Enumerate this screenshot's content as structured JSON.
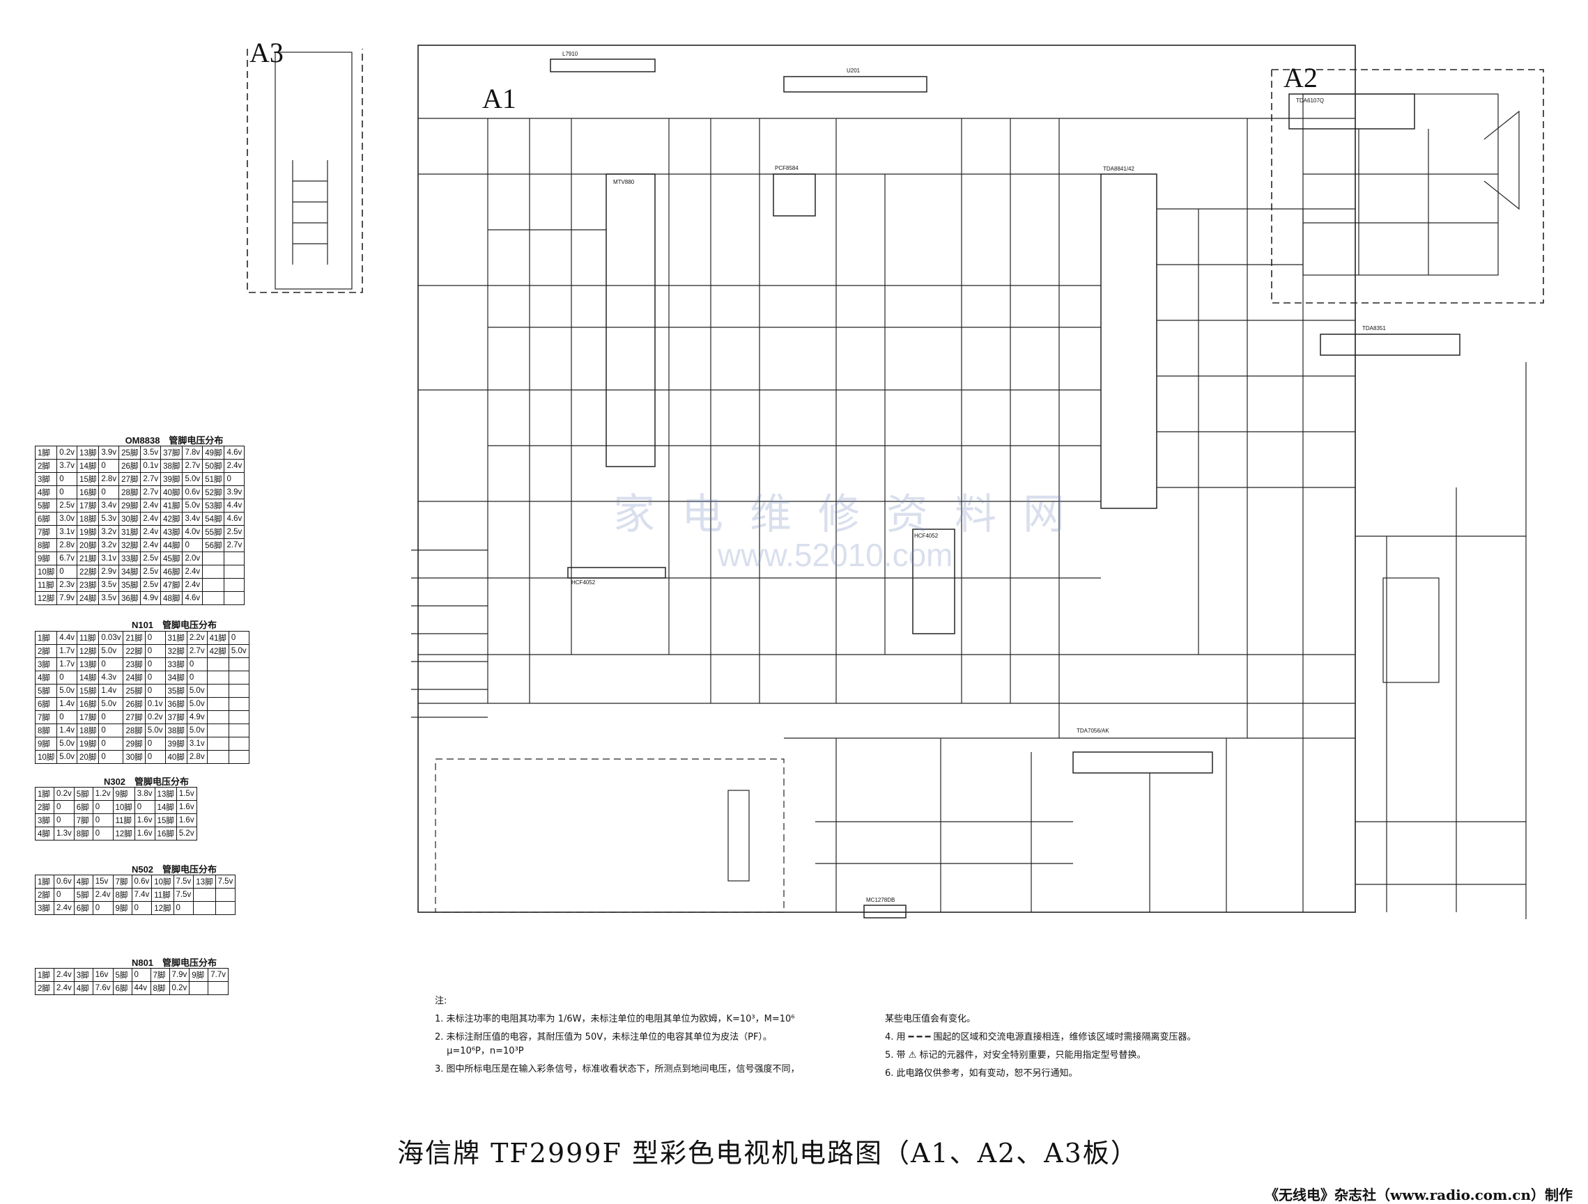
{
  "boards": {
    "a1": "A1",
    "a2": "A2",
    "a3": "A3"
  },
  "ic_labels": {
    "n201": "L7910",
    "u201": "U201",
    "n101": "MTV880",
    "n301": "TDA8841/42",
    "n701": "TDA6107Q",
    "n601": "TDA7056/AK",
    "n801": "TDA8351",
    "n1001": "HCF4052",
    "n302": "HCF4052",
    "n502": "MC1278DB",
    "pcf": "PCF8584"
  },
  "tables": {
    "om8838": {
      "title": "OM8838　管脚电压分布",
      "rows": [
        [
          "1脚",
          "0.2v",
          "13脚",
          "3.9v",
          "25脚",
          "3.5v",
          "37脚",
          "7.8v",
          "49脚",
          "4.6v"
        ],
        [
          "2脚",
          "3.7v",
          "14脚",
          "0",
          "26脚",
          "0.1v",
          "38脚",
          "2.7v",
          "50脚",
          "2.4v"
        ],
        [
          "3脚",
          "0",
          "15脚",
          "2.8v",
          "27脚",
          "2.7v",
          "39脚",
          "5.0v",
          "51脚",
          "0"
        ],
        [
          "4脚",
          "0",
          "16脚",
          "0",
          "28脚",
          "2.7v",
          "40脚",
          "0.6v",
          "52脚",
          "3.9v"
        ],
        [
          "5脚",
          "2.5v",
          "17脚",
          "3.4v",
          "29脚",
          "2.4v",
          "41脚",
          "5.0v",
          "53脚",
          "4.4v"
        ],
        [
          "6脚",
          "3.0v",
          "18脚",
          "5.3v",
          "30脚",
          "2.4v",
          "42脚",
          "3.4v",
          "54脚",
          "4.6v"
        ],
        [
          "7脚",
          "3.1v",
          "19脚",
          "3.2v",
          "31脚",
          "2.4v",
          "43脚",
          "4.0v",
          "55脚",
          "2.5v"
        ],
        [
          "8脚",
          "2.8v",
          "20脚",
          "3.2v",
          "32脚",
          "2.4v",
          "44脚",
          "0",
          "56脚",
          "2.7v"
        ],
        [
          "9脚",
          "6.7v",
          "21脚",
          "3.1v",
          "33脚",
          "2.5v",
          "45脚",
          "2.0v",
          "",
          ""
        ],
        [
          "10脚",
          "0",
          "22脚",
          "2.9v",
          "34脚",
          "2.5v",
          "46脚",
          "2.4v",
          "",
          ""
        ],
        [
          "11脚",
          "2.3v",
          "23脚",
          "3.5v",
          "35脚",
          "2.5v",
          "47脚",
          "2.4v",
          "",
          ""
        ],
        [
          "12脚",
          "7.9v",
          "24脚",
          "3.5v",
          "36脚",
          "4.9v",
          "48脚",
          "4.6v",
          "",
          ""
        ]
      ]
    },
    "n101": {
      "title": "N101　管脚电压分布",
      "rows": [
        [
          "1脚",
          "4.4v",
          "11脚",
          "0.03v",
          "21脚",
          "0",
          "31脚",
          "2.2v",
          "41脚",
          "0"
        ],
        [
          "2脚",
          "1.7v",
          "12脚",
          "5.0v",
          "22脚",
          "0",
          "32脚",
          "2.7v",
          "42脚",
          "5.0v"
        ],
        [
          "3脚",
          "1.7v",
          "13脚",
          "0",
          "23脚",
          "0",
          "33脚",
          "0",
          "",
          ""
        ],
        [
          "4脚",
          "0",
          "14脚",
          "4.3v",
          "24脚",
          "0",
          "34脚",
          "0",
          "",
          ""
        ],
        [
          "5脚",
          "5.0v",
          "15脚",
          "1.4v",
          "25脚",
          "0",
          "35脚",
          "5.0v",
          "",
          ""
        ],
        [
          "6脚",
          "1.4v",
          "16脚",
          "5.0v",
          "26脚",
          "0.1v",
          "36脚",
          "5.0v",
          "",
          ""
        ],
        [
          "7脚",
          "0",
          "17脚",
          "0",
          "27脚",
          "0.2v",
          "37脚",
          "4.9v",
          "",
          ""
        ],
        [
          "8脚",
          "1.4v",
          "18脚",
          "0",
          "28脚",
          "5.0v",
          "38脚",
          "5.0v",
          "",
          ""
        ],
        [
          "9脚",
          "5.0v",
          "19脚",
          "0",
          "29脚",
          "0",
          "39脚",
          "3.1v",
          "",
          ""
        ],
        [
          "10脚",
          "5.0v",
          "20脚",
          "0",
          "30脚",
          "0",
          "40脚",
          "2.8v",
          "",
          ""
        ]
      ]
    },
    "n302": {
      "title": "N302　管脚电压分布",
      "rows": [
        [
          "1脚",
          "0.2v",
          "5脚",
          "1.2v",
          "9脚",
          "3.8v",
          "13脚",
          "1.5v"
        ],
        [
          "2脚",
          "0",
          "6脚",
          "0",
          "10脚",
          "0",
          "14脚",
          "1.6v"
        ],
        [
          "3脚",
          "0",
          "7脚",
          "0",
          "11脚",
          "1.6v",
          "15脚",
          "1.6v"
        ],
        [
          "4脚",
          "1.3v",
          "8脚",
          "0",
          "12脚",
          "1.6v",
          "16脚",
          "5.2v"
        ]
      ]
    },
    "n502": {
      "title": "N502　管脚电压分布",
      "rows": [
        [
          "1脚",
          "0.6v",
          "4脚",
          "15v",
          "7脚",
          "0.6v",
          "10脚",
          "7.5v",
          "13脚",
          "7.5v"
        ],
        [
          "2脚",
          "0",
          "5脚",
          "2.4v",
          "8脚",
          "7.4v",
          "11脚",
          "7.5v",
          "",
          ""
        ],
        [
          "3脚",
          "2.4v",
          "6脚",
          "0",
          "9脚",
          "0",
          "12脚",
          "0",
          "",
          ""
        ]
      ]
    },
    "n801": {
      "title": "N801　管脚电压分布",
      "rows": [
        [
          "1脚",
          "2.4v",
          "3脚",
          "16v",
          "5脚",
          "0",
          "7脚",
          "7.9v",
          "9脚",
          "7.7v"
        ],
        [
          "2脚",
          "2.4v",
          "4脚",
          "7.6v",
          "6脚",
          "44v",
          "8脚",
          "0.2v",
          "",
          ""
        ]
      ]
    }
  },
  "notes": {
    "heading": "注:",
    "left": [
      "1. 未标注功率的电阻其功率为 1/6W，未标注单位的电阻其单位为欧姆，K=10³，M=10⁶",
      "2. 未标注耐压值的电容，其耐压值为 50V，未标注单位的电容其单位为皮法（PF）。",
      "　 μ=10⁶P，n=10³P",
      "3. 图中所标电压是在输入彩条信号，标准收看状态下，所测点到地间电压，信号强度不同，"
    ],
    "right": [
      "某些电压值会有变化。",
      "4. 用 ━ ━ ━ 围起的区域和交流电源直接相连，维修该区域时需接隔离变压器。",
      "5. 带 ⚠ 标记的元器件，对安全特别重要，只能用指定型号替换。",
      "6. 此电路仅供参考，如有变动，恕不另行通知。"
    ]
  },
  "title": "海信牌 TF2999F 型彩色电视机电路图（A1、A2、A3板）",
  "credit": "《无线电》杂志社（www.radio.com.cn）制作",
  "watermark": {
    "text": "家电维修资料网",
    "url": "www.52010.com"
  }
}
